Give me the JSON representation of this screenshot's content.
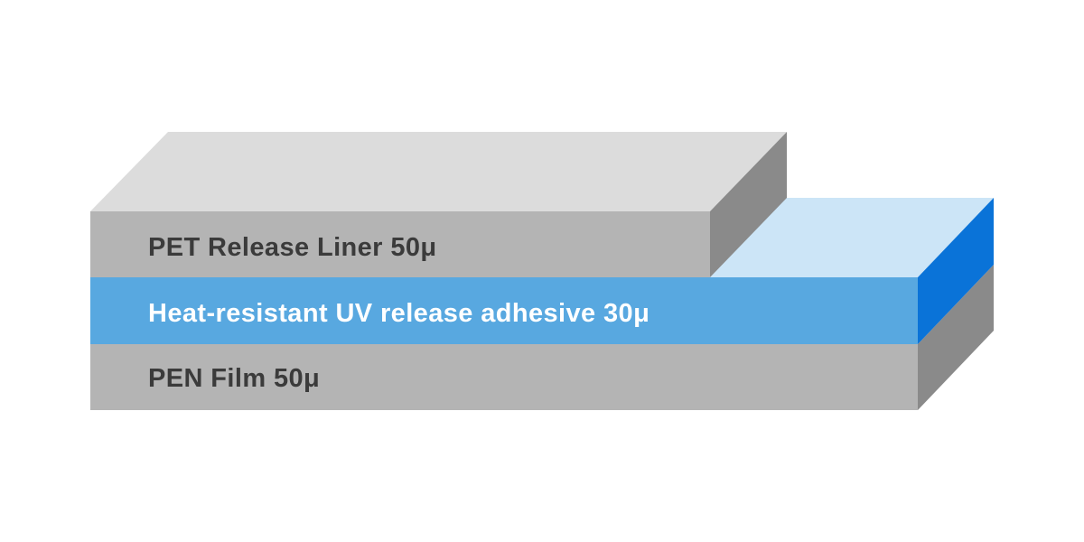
{
  "layers": [
    {
      "id": "pet-liner",
      "label": "PET Release Liner 50μ",
      "front_color": "#b4b4b4",
      "top_color": "#dcdcdc",
      "side_color": "#8a8a8a",
      "text_color": "#3b3b3b"
    },
    {
      "id": "uv-adhesive",
      "label": "Heat-resistant UV release adhesive 30μ",
      "front_color": "#58a8e0",
      "top_color": "#cce5f7",
      "side_color": "#0a73d8",
      "text_color": "#ffffff"
    },
    {
      "id": "pen-film",
      "label": "PEN Film 50μ",
      "front_color": "#b4b4b4",
      "top_color": "#dcdcdc",
      "side_color": "#8a8a8a",
      "text_color": "#3b3b3b"
    }
  ]
}
